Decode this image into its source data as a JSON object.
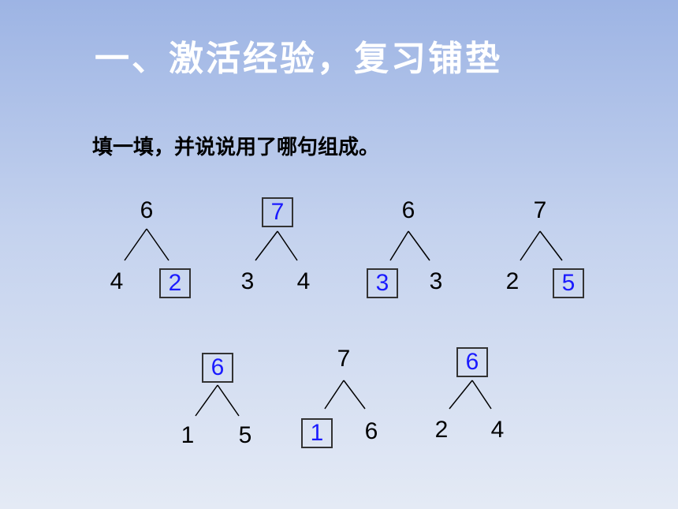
{
  "title": "一、激活经验，复习铺垫",
  "instruction": "填一填，并说说用了哪句组成。",
  "trees": [
    {
      "top": {
        "value": "6",
        "answer": false
      },
      "left": {
        "value": "4",
        "answer": false
      },
      "right": {
        "value": "2",
        "answer": true
      }
    },
    {
      "top": {
        "value": "7",
        "answer": true
      },
      "left": {
        "value": "3",
        "answer": false
      },
      "right": {
        "value": "4",
        "answer": false
      }
    },
    {
      "top": {
        "value": "6",
        "answer": false
      },
      "left": {
        "value": "3",
        "answer": true
      },
      "right": {
        "value": "3",
        "answer": false
      }
    },
    {
      "top": {
        "value": "7",
        "answer": false
      },
      "left": {
        "value": "2",
        "answer": false
      },
      "right": {
        "value": "5",
        "answer": true
      }
    },
    {
      "top": {
        "value": "6",
        "answer": true
      },
      "left": {
        "value": "1",
        "answer": false
      },
      "right": {
        "value": "5",
        "answer": false
      }
    },
    {
      "top": {
        "value": "7",
        "answer": false
      },
      "left": {
        "value": "1",
        "answer": true
      },
      "right": {
        "value": "6",
        "answer": false
      }
    },
    {
      "top": {
        "value": "6",
        "answer": true
      },
      "left": {
        "value": "2",
        "answer": false
      },
      "right": {
        "value": "4",
        "answer": false
      }
    }
  ],
  "colors": {
    "answer": "#1a1aff",
    "box_border": "#333333",
    "line": "#000000"
  }
}
